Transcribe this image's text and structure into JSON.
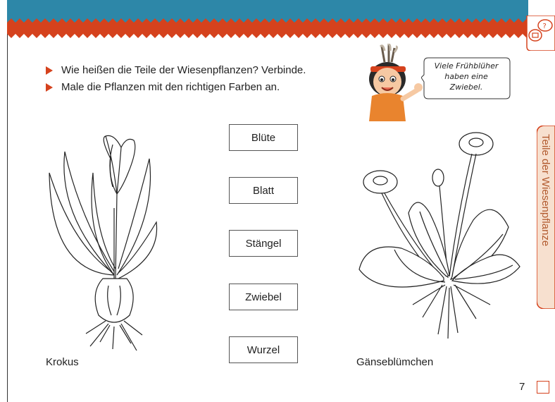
{
  "instructions": [
    "Wie heißen die Teile der Wiesenpflanzen? Verbinde.",
    "Male die Pflanzen mit den richtigen Farben an."
  ],
  "speech_bubble": [
    "Viele Frühblüher",
    "haben eine",
    "Zwiebel."
  ],
  "side_tab": "Teile der Wiesenpflanze",
  "word_boxes": [
    "Blüte",
    "Blatt",
    "Stängel",
    "Zwiebel",
    "Wurzel"
  ],
  "plants": {
    "left_label": "Krokus",
    "right_label": "Gänseblümchen"
  },
  "page_number": "7",
  "colors": {
    "band_blue": "#2d87a8",
    "band_orange": "#d5421d",
    "accent": "#d5421d",
    "tab_fill": "#f7e0cf"
  }
}
